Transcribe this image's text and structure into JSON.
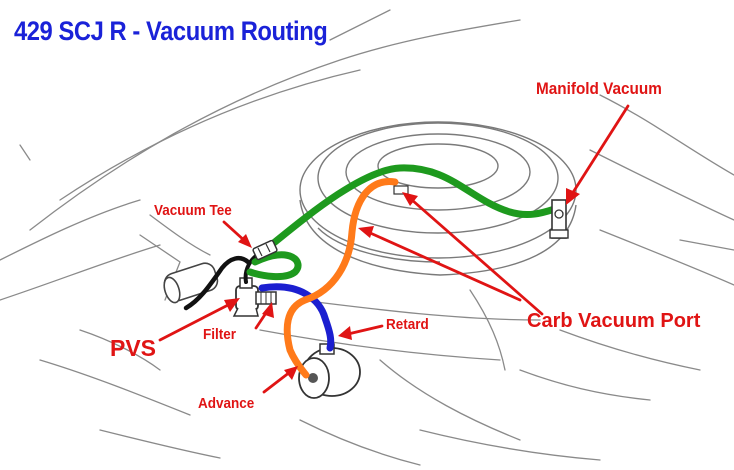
{
  "title": "429 SCJ R -  Vacuum Routing",
  "labels": {
    "manifold_vacuum": "Manifold Vacuum",
    "vacuum_tee": "Vacuum Tee",
    "carb_vacuum_port": "Carb Vacuum Port",
    "retard": "Retard",
    "filter": "Filter",
    "pvs": "PVS",
    "advance": "Advance"
  },
  "colors": {
    "title": "#1a22d8",
    "label": "#e01414",
    "arrow": "#e01414",
    "green_hose": "#1e9a1e",
    "orange_hose": "#ff7a1a",
    "blue_hose": "#1c1fd0",
    "black_hose": "#111111",
    "line_art": "#8a8a8a"
  },
  "icons": [
    "air-cleaner-icon",
    "distributor-vacuum-canister-icon",
    "pvs-valve-icon",
    "vacuum-tee-icon",
    "filter-icon",
    "fuel-filter-icon"
  ]
}
